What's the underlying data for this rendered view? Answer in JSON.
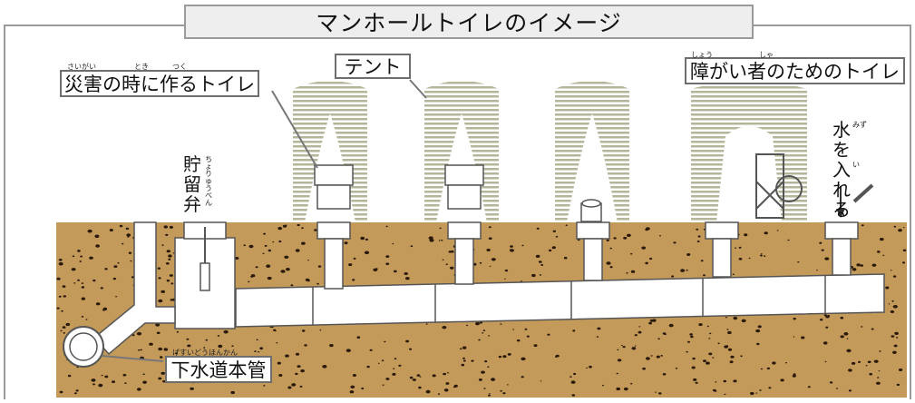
{
  "title": "マンホールトイレのイメージ",
  "labels": {
    "disaster_toilet": "災害の時に作るトイレ",
    "disaster_toilet_ruby": [
      "さいがい",
      "とき",
      "つく"
    ],
    "tent": "テント",
    "accessible_toilet": "障がい者のためのトイレ",
    "accessible_toilet_ruby": [
      "しょう",
      "しゃ"
    ],
    "storage_valve": "貯留弁",
    "storage_valve_ruby": "ちょりゅうべん",
    "add_water": "水を入れる",
    "add_water_ruby": [
      "みず",
      "い"
    ],
    "sewer_main": "下水道本管",
    "sewer_main_ruby": "げすいどうほんかん"
  },
  "colors": {
    "soil": "#c49a5a",
    "tent_stripe": "#b8b89e",
    "pipe": "#ffffff",
    "outline": "#555555"
  }
}
